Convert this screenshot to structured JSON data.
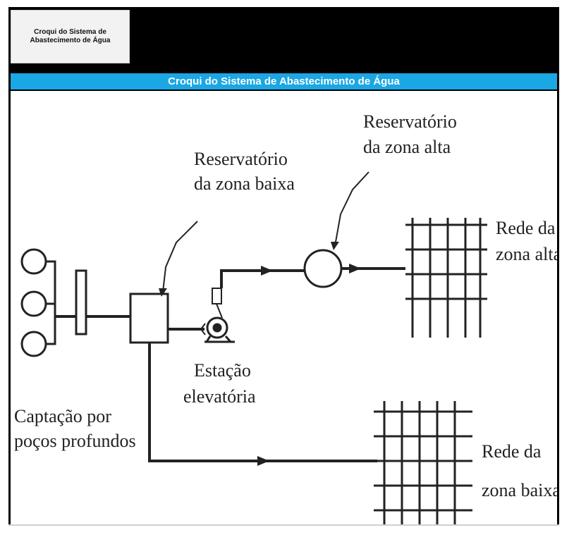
{
  "header": {
    "thumbnail_title": "Croqui do Sistema de Abastecimento de Água"
  },
  "title_bar": {
    "text": "Croqui do Sistema de Abastecimento de Água"
  },
  "diagram": {
    "labels": {
      "reservatorio_baixa_1": "Reservatório",
      "reservatorio_baixa_2": "da zona baixa",
      "reservatorio_alta_1": "Reservatório",
      "reservatorio_alta_2": "da zona alta",
      "rede_alta_1": "Rede da",
      "rede_alta_2": "zona alta",
      "estacao_1": "Estação",
      "estacao_2": "elevatória",
      "captacao_1": "Captação por",
      "captacao_2": "poços profundos",
      "rede_baixa_1": "Rede da",
      "rede_baixa_2": "zona baixa"
    }
  }
}
